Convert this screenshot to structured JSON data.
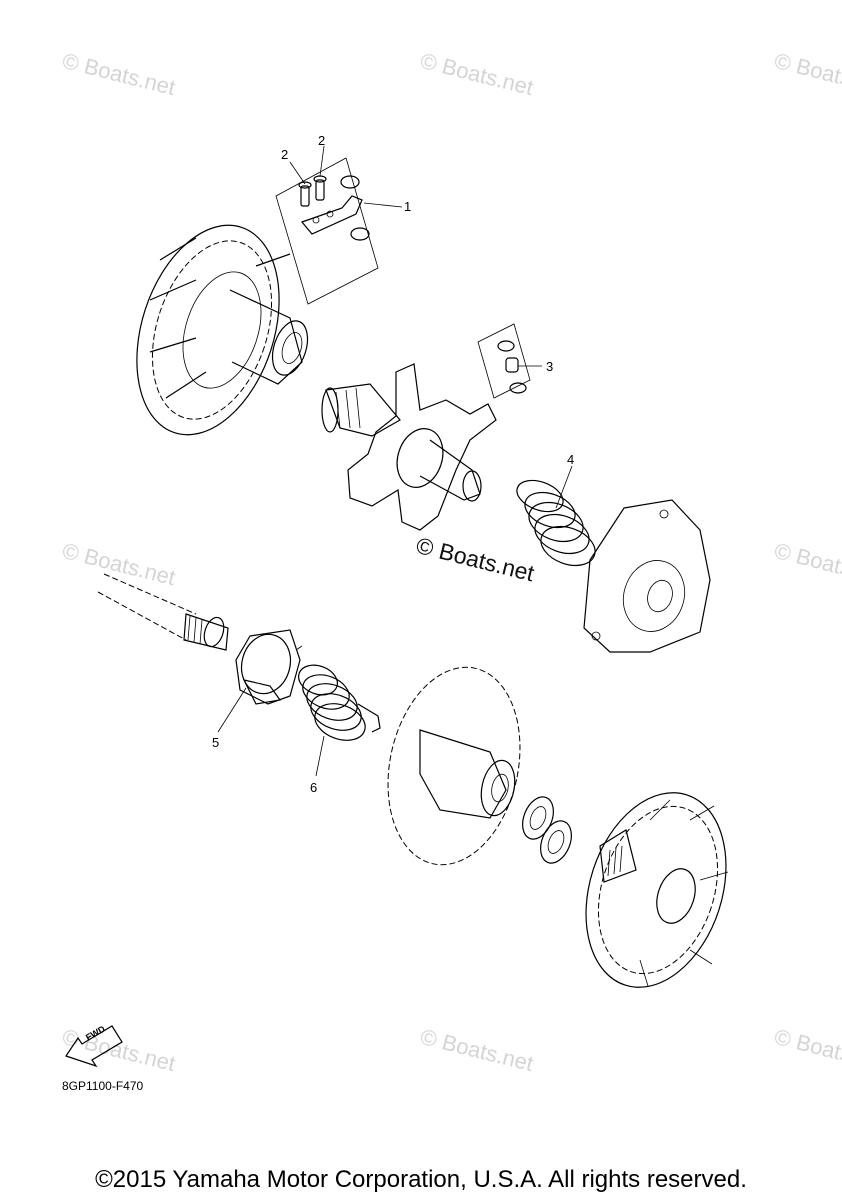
{
  "watermark": "© Boats.net",
  "callouts": [
    "1",
    "2",
    "2",
    "3",
    "4",
    "5",
    "6"
  ],
  "fwd_label": "FWD",
  "diagram_code": "8GP1100-F470",
  "copyright": "©2015 Yamaha Motor Corporation, U.S.A. All rights reserved."
}
